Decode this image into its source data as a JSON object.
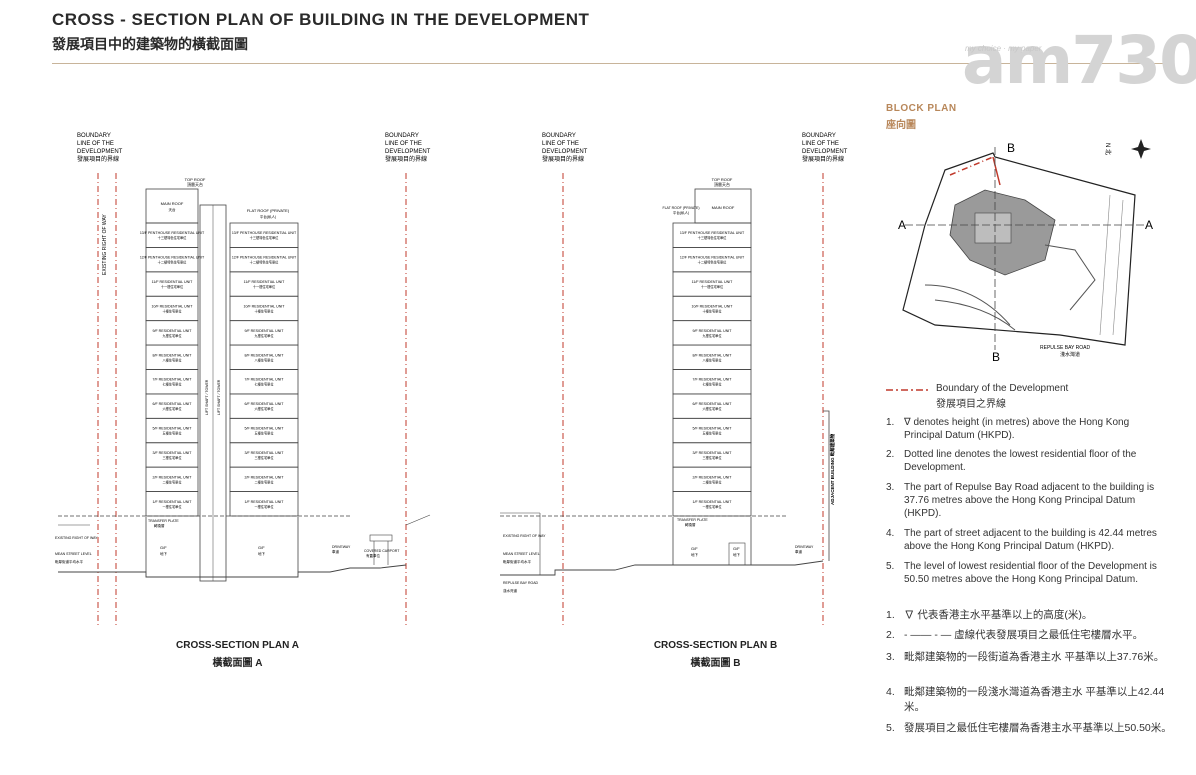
{
  "header": {
    "title_en": "CROSS - SECTION PLAN OF BUILDING IN THE DEVELOPMENT",
    "title_zh": "發展項目中的建築物的橫截面圖"
  },
  "watermark": {
    "small": "my choice · my paper",
    "big": "am730"
  },
  "plan_a": {
    "caption_en": "CROSS-SECTION PLAN A",
    "caption_zh": "橫截面圖 A",
    "boundary_en_1": "BOUNDARY",
    "boundary_en_2": "LINE OF THE",
    "boundary_en_3": "DEVELOPMENT",
    "boundary_zh": "發展項目的界線",
    "right_of_way": "EXISTING RIGHT OF WAY",
    "top_roof_en": "TOP ROOF",
    "top_roof_zh": "頂層天台",
    "main_roof_en": "MAIN ROOF",
    "main_roof_zh": "天台",
    "flat_roof_en": "FLAT ROOF (PRIVATE)",
    "flat_roof_zh": "平台(私人)",
    "lift_shaft": "LIFT SHAFT / TOWER",
    "floors": [
      {
        "en": "13/F PENTHOUSE RESIDENTIAL UNIT",
        "zh": "十三樓特色住宅單位"
      },
      {
        "en": "12/F PENTHOUSE RESIDENTIAL UNIT",
        "zh": "十二樓特色住宅單位"
      },
      {
        "en": "11/F RESIDENTIAL UNIT",
        "zh": "十一樓住宅單位"
      },
      {
        "en": "10/F RESIDENTIAL UNIT",
        "zh": "十樓住宅單位"
      },
      {
        "en": "9/F RESIDENTIAL UNIT",
        "zh": "九樓住宅單位"
      },
      {
        "en": "8/F RESIDENTIAL UNIT",
        "zh": "八樓住宅單位"
      },
      {
        "en": "7/F RESIDENTIAL UNIT",
        "zh": "七樓住宅單位"
      },
      {
        "en": "6/F RESIDENTIAL UNIT",
        "zh": "六樓住宅單位"
      },
      {
        "en": "5/F RESIDENTIAL UNIT",
        "zh": "五樓住宅單位"
      },
      {
        "en": "3/F RESIDENTIAL UNIT",
        "zh": "三樓住宅單位"
      },
      {
        "en": "2/F RESIDENTIAL UNIT",
        "zh": "二樓住宅單位"
      },
      {
        "en": "1/F RESIDENTIAL UNIT",
        "zh": "一樓住宅單位"
      }
    ],
    "transfer_plate_en": "TRANSFER PLATE",
    "transfer_plate_zh": "轉換層",
    "gf_en": "G/F",
    "gf_zh": "地下",
    "existing_right_of_way": "EXISTING RIGHT OF WAY",
    "mean_street_en": "MEAN STREET LEVEL",
    "mean_street_zh": "毗鄰街道平均水平",
    "driveway_en": "DRIVEWAY",
    "driveway_zh": "車道",
    "covered_carport_en": "COVERED CARPORT",
    "covered_carport_zh": "有蓋車位"
  },
  "plan_b": {
    "caption_en": "CROSS-SECTION PLAN B",
    "caption_zh": "橫截面圖 B",
    "flat_roof_en": "FLAT ROOF (PRIVATE)",
    "flat_roof_zh": "平台(私人)",
    "adjacent_building": "ADJACENT BUILDING 毗鄰建築物",
    "repulse_bay_road_en": "REPULSE BAY ROAD",
    "repulse_bay_road_zh": "淺水灣道",
    "floors": [
      {
        "en": "13/F PENTHOUSE RESIDENTIAL UNIT",
        "zh": "十三樓特色住宅單位"
      },
      {
        "en": "12/F PENTHOUSE RESIDENTIAL UNIT",
        "zh": "十二樓特色住宅單位"
      },
      {
        "en": "11/F RESIDENTIAL UNIT",
        "zh": "十一樓住宅單位"
      },
      {
        "en": "10/F RESIDENTIAL UNIT",
        "zh": "十樓住宅單位"
      },
      {
        "en": "9/F RESIDENTIAL UNIT",
        "zh": "九樓住宅單位"
      },
      {
        "en": "8/F RESIDENTIAL UNIT",
        "zh": "八樓住宅單位"
      },
      {
        "en": "7/F RESIDENTIAL UNIT",
        "zh": "七樓住宅單位"
      },
      {
        "en": "6/F RESIDENTIAL UNIT",
        "zh": "六樓住宅單位"
      },
      {
        "en": "5/F RESIDENTIAL UNIT",
        "zh": "五樓住宅單位"
      },
      {
        "en": "3/F RESIDENTIAL UNIT",
        "zh": "三樓住宅單位"
      },
      {
        "en": "2/F RESIDENTIAL UNIT",
        "zh": "二樓住宅單位"
      },
      {
        "en": "1/F RESIDENTIAL UNIT",
        "zh": "一樓住宅單位"
      }
    ]
  },
  "block_plan": {
    "title_en": "BLOCK PLAN",
    "title_zh": "座向圖",
    "label_a": "A",
    "label_b": "B",
    "north": "N 北",
    "road_en": "REPULSE BAY ROAD",
    "road_zh": "淺水灣道"
  },
  "legend": {
    "boundary_en": "Boundary of the Development",
    "boundary_zh": "發展項目之界線"
  },
  "notes_en": [
    {
      "n": "1.",
      "t": "∇ denotes height (in metres) above the Hong Kong Principal Datum (HKPD)."
    },
    {
      "n": "2.",
      "t": "Dotted line denotes the lowest residential floor of the Development."
    },
    {
      "n": "3.",
      "t": "The part of Repulse Bay Road adjacent to the building is 37.76 metres above the Hong Kong Principal Datum (HKPD)."
    },
    {
      "n": "4.",
      "t": "The part of street adjacent to the building is 42.44 metres above the Hong Kong Principal Datum (HKPD)."
    },
    {
      "n": "5.",
      "t": "The level of lowest residential floor of the Development is 50.50 metres above the Hong Kong Principal Datum."
    }
  ],
  "notes_zh": [
    {
      "n": "1.",
      "t": "∇ 代表香港主水平基準以上的高度(米)。"
    },
    {
      "n": "2.",
      "t": "- ―― - ―  虛線代表發展項目之最低住宅樓層水平。"
    },
    {
      "n": "3.",
      "t": "毗鄰建築物的一段街道為香港主水 平基準以上37.76米。"
    },
    {
      "n": "4.",
      "t": "毗鄰建築物的一段淺水灣道為香港主水 平基準以上42.44米。"
    },
    {
      "n": "5.",
      "t": "發展項目之最低住宅樓層為香港主水平基準以上50.50米。"
    }
  ],
  "colors": {
    "accent": "#b8875a",
    "boundary": "#c0392b",
    "rule": "#c8b49a"
  }
}
